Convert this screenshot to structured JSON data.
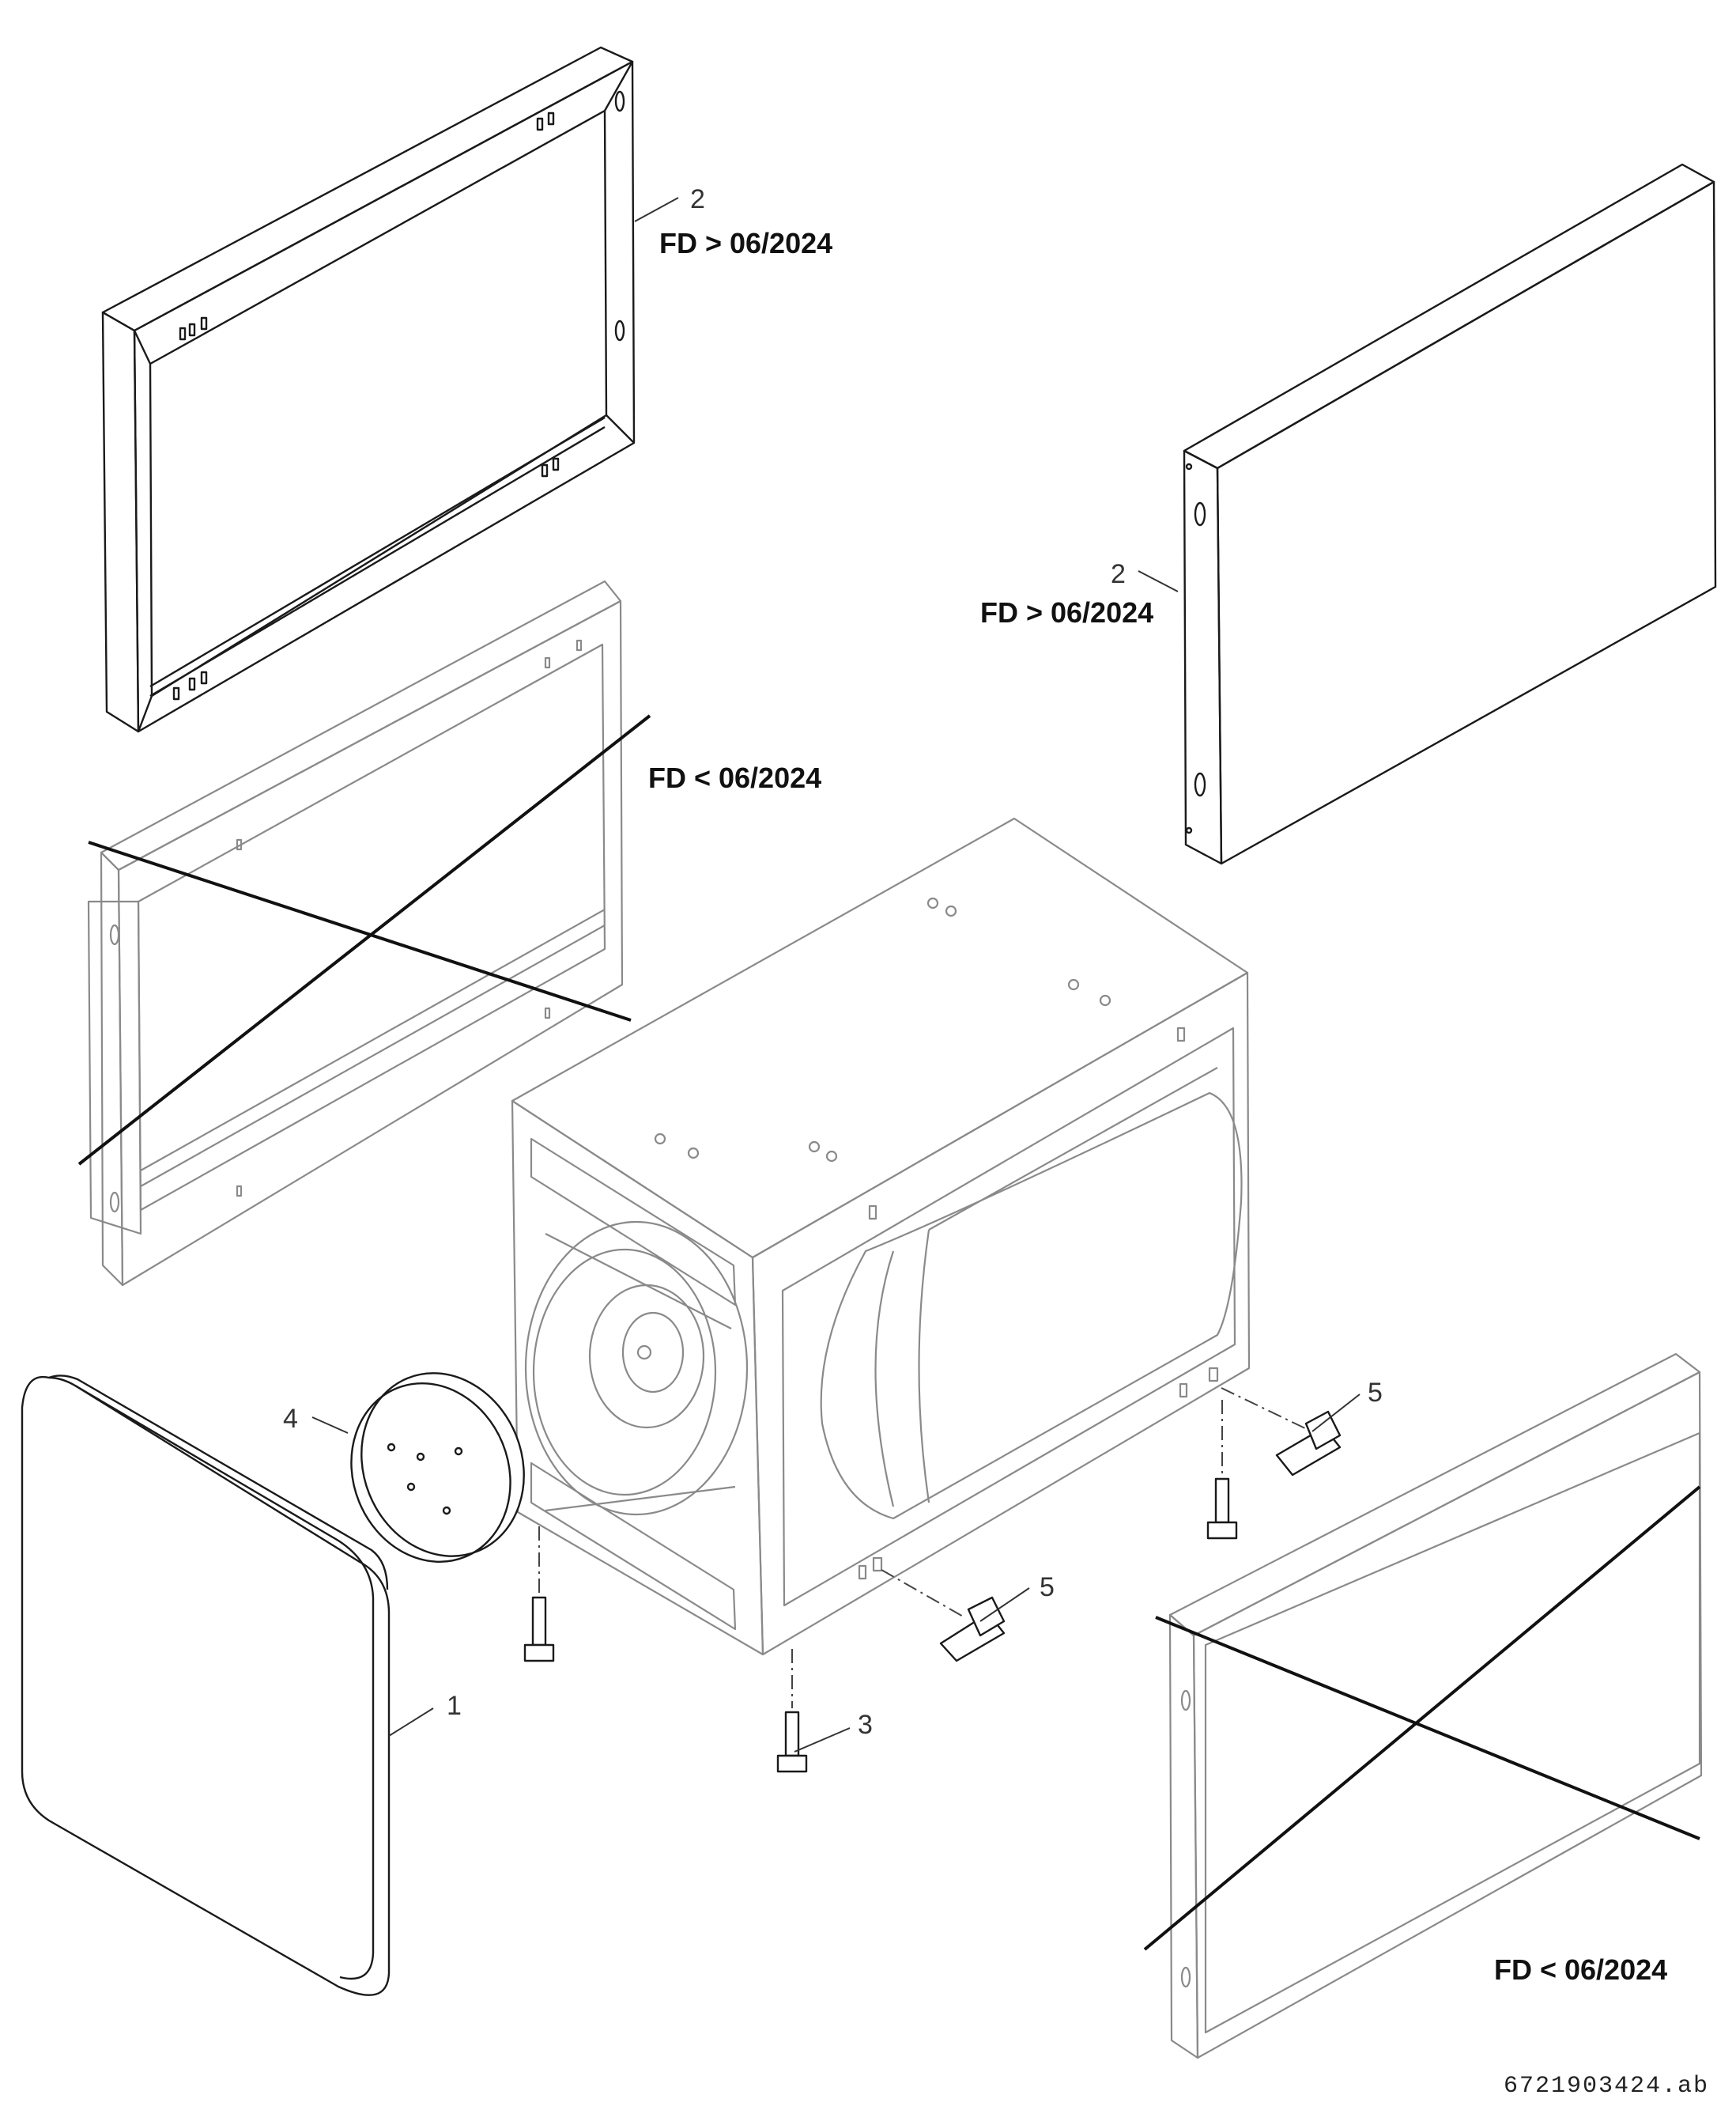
{
  "labels": {
    "part_1": "1",
    "part_2_top": "2",
    "part_2_right": "2",
    "part_3": "3",
    "part_4": "4",
    "part_5_left": "5",
    "part_5_right": "5",
    "fd_new_top": "FD > 06/2024",
    "fd_new_right": "FD > 06/2024",
    "fd_old_left": "FD < 06/2024",
    "fd_old_right": "FD < 06/2024"
  },
  "document_id": "6721903424.ab",
  "colors": {
    "current_parts": "#1a1a1a",
    "obsolete_parts": "#8a8a8a",
    "background": "#ffffff"
  }
}
